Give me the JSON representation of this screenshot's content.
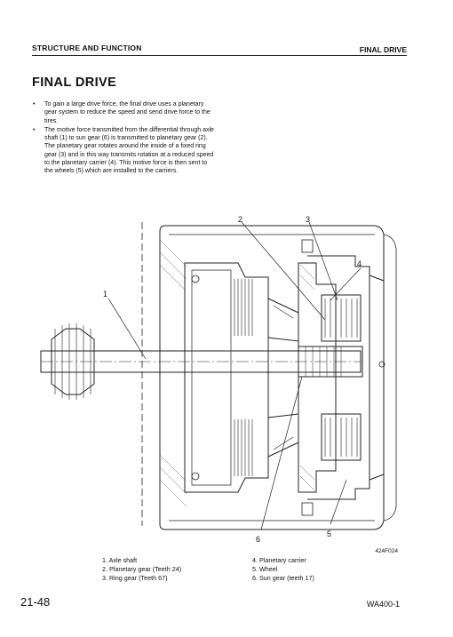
{
  "header": {
    "section": "STRUCTURE AND FUNCTION",
    "topic": "FINAL DRIVE"
  },
  "title": "FINAL DRIVE",
  "bullets": [
    "To gain a large drive force, the final drive uses a planetary gear system to reduce the speed and send drive force to the tires.",
    "The motive force transmitted from the differential through axle shaft (1) to sun gear (6) is transmitted to planetary gear (2). The planetary gear rotates around the inside of a fixed ring gear (3) and in this way transmits rotation at a reduced speed to the planetary carrier (4). This motive force is then sent to the wheels (5) which are installed to the carriers."
  ],
  "bullet_marker": "•",
  "callouts": [
    "1",
    "2",
    "3",
    "4",
    "5",
    "6"
  ],
  "figure_code": "424F024",
  "legend": {
    "left": [
      "1. Axle shaft",
      "2. Planetary gear (Teeth 24)",
      "3. Ring gear (Teeth 67)"
    ],
    "right": [
      "4. Planetary carrier",
      "5. Wheel",
      "6. Sun gear (teeth 17)"
    ]
  },
  "footer": {
    "page": "21-48",
    "model": "WA400-1"
  }
}
